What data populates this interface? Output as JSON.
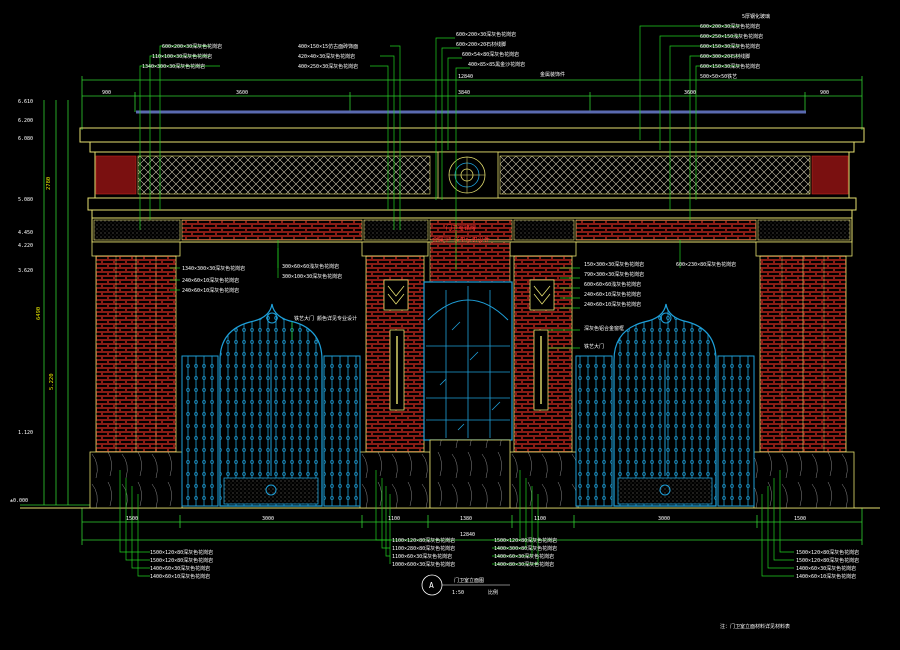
{
  "colors": {
    "background": "#000000",
    "outline": "#e6e070",
    "brick": "#c0281e",
    "gate": "#1e9fd8",
    "leader": "#20d020",
    "dimension": "#30d030",
    "text": "#ffffff",
    "note_red": "#ff3030"
  },
  "levels": {
    "l1": "6.610",
    "l2": "6.200",
    "l3": "6.080",
    "l4": "5.080",
    "l5": "4.450",
    "l6": "4.220",
    "l7": "3.620",
    "l8": "1.120",
    "l9": "±0.000"
  },
  "left_vertical_dims": [
    "2780",
    "6490",
    "5.220"
  ],
  "top_dims": {
    "overall": "12840",
    "segments": [
      "900",
      "3600",
      "3840",
      "3600",
      "900"
    ]
  },
  "bottom_dims": {
    "overall": "12840",
    "segments": [
      "1500",
      "3000",
      "1100",
      "1380",
      "1100",
      "3000",
      "1500"
    ]
  },
  "notes_top": {
    "left_group": [
      "600×200×30深灰色花岗岩",
      "110×100×30深灰色花岗岩",
      "1340×300×30深灰色花岗岩"
    ],
    "center_left_group": [
      "400×150×15仿古面砖饰面",
      "420×40×30深灰色花岗岩",
      "400×250×30深灰色花岗岩"
    ],
    "center_group": [
      "600×200×30深灰色花岗岩",
      "600×200×20石材线脚",
      "600×54×80深灰色花岗岩",
      "400×85×85黑金沙花岗岩",
      "金属装饰件"
    ],
    "right_group": [
      "5厚钢化玻璃",
      "600×200×30深灰色花岗岩",
      "600×250×150浅灰色花岗岩",
      "600×150×30深灰色花岗岩",
      "600×300×20石材线脚",
      "600×150×30深灰色花岗岩",
      "500×50×50铁艺"
    ]
  },
  "notes_mid": {
    "left": [
      "1340×300×30深灰色花岗岩",
      "240×60×10深灰色花岗岩",
      "240×60×10深灰色花岗岩"
    ],
    "center_left": [
      "300×60×60浅灰色花岗岩",
      "300×100×30深灰色花岗岩"
    ],
    "right": [
      "150×300×30深灰色花岗岩",
      "790×300×30深灰色花岗岩",
      "600×60×60浅灰色花岗岩",
      "240×60×10深灰色花岗岩",
      "240×60×10深灰色花岗岩"
    ],
    "far_right": "600×230×80深灰色花岗岩",
    "gate_left": "铁艺大门 颜色详见专业设计",
    "gate_right": "铁艺大门",
    "window": "深灰色铝合金窗框",
    "red_notes": [
      "门卫室铭牌",
      "金属字 详见标识设计"
    ]
  },
  "notes_bottom": {
    "left": [
      "1500×120×80深灰色花岗岩",
      "1500×120×80深灰色花岗岩",
      "1400×60×30深灰色花岗岩",
      "1400×60×10深灰色花岗岩"
    ],
    "center_left": [
      "1100×120×80深灰色花岗岩",
      "1100×280×80深灰色花岗岩",
      "1100×60×30深灰色花岗岩",
      "1000×600×30深灰色花岗岩"
    ],
    "center_right": [
      "1500×120×80深灰色花岗岩",
      "1400×300×80深灰色花岗岩",
      "1400×60×30深灰色花岗岩",
      "1400×80×30深灰色花岗岩"
    ],
    "right": [
      "1500×120×80深灰色花岗岩",
      "1500×120×80深灰色花岗岩",
      "1400×60×30深灰色花岗岩",
      "1400×60×10深灰色花岗岩"
    ]
  },
  "title_block": {
    "symbol": "A",
    "title": "门卫室立面图",
    "scale_left": "1:50",
    "scale_right": "比例"
  },
  "footnote": "注：门卫室立面材料详见材料表"
}
